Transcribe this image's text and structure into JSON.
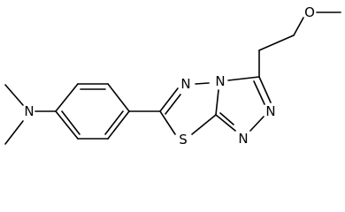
{
  "structure": {
    "type": "skeletal-formula",
    "atoms": {
      "n_dimethyl": "N",
      "ring_n_upper": "N",
      "ring_n_bridge": "N",
      "ring_n_right": "N",
      "ring_n_lower": "N",
      "thiadiazole_s": "S",
      "methoxy_o": "O"
    }
  }
}
